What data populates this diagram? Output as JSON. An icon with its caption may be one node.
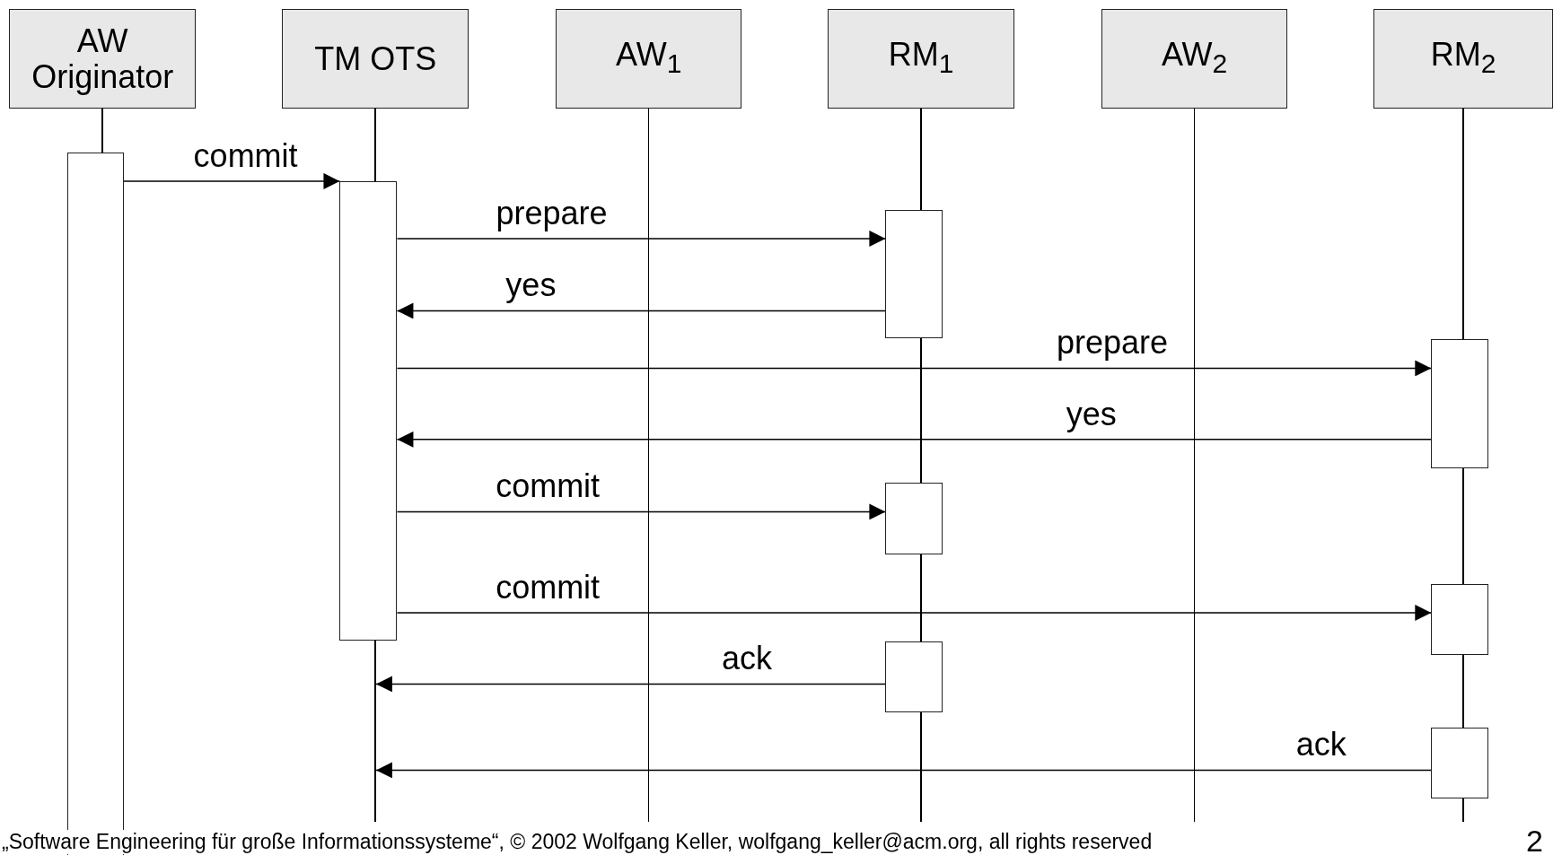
{
  "diagram": {
    "nodes": [
      {
        "text": [
          "AW Originator"
        ]
      },
      {
        "text": [
          "TM OTS"
        ]
      },
      {
        "text": [
          "AW$_{1}$"
        ]
      },
      {
        "text": [
          "RM$_{1}$"
        ]
      },
      {
        "text": [
          "AW$_{2}$"
        ]
      },
      {
        "text": [
          "RM$_{2}$"
        ]
      },
      {
        "text": [],
        "shape": "bar"
      },
      {
        "text": [],
        "shape": "bar"
      },
      {
        "text": [],
        "shape": "bar"
      },
      {
        "text": [],
        "shape": "bar"
      },
      {
        "text": [],
        "shape": "bar"
      },
      {
        "text": [],
        "shape": "bar"
      },
      {
        "text": [],
        "shape": "bar"
      },
      {
        "text": [],
        "shape": "bar"
      },
      {
        "text": [],
        "shape": "line"
      },
      {
        "text": [],
        "shape": "line"
      },
      {
        "text": [],
        "shape": "line"
      },
      {
        "text": [],
        "shape": "line"
      },
      {
        "text": [],
        "shape": "line"
      },
      {
        "text": [],
        "shape": "line"
      }
    ],
    "edges": [
      {
        "from": 6,
        "to": 7,
        "arrow": "to",
        "label": "commit"
      },
      {
        "from": 7,
        "to": 8,
        "arrow": "to",
        "label": "prepare"
      },
      {
        "from": 8,
        "to": 7,
        "arrow": "to",
        "label": "yes"
      },
      {
        "from": 7,
        "to": 9,
        "arrow": "to",
        "label": "prepare"
      },
      {
        "from": 9,
        "to": 7,
        "arrow": "to",
        "label": "yes"
      },
      {
        "from": 7,
        "to": 10,
        "arrow": "to",
        "label": "commit"
      },
      {
        "from": 7,
        "to": 11,
        "arrow": "to",
        "label": "commit"
      },
      {
        "from": 12,
        "to": 15,
        "arrow": "to",
        "label": "ack"
      },
      {
        "from": 13,
        "to": 15,
        "arrow": "to",
        "label": "ack"
      }
    ],
    "labels": [
      "„Software Engineering für große Informationssysteme“, © 2002  Wolfgang Keller, wolfgang_keller@acm.org, all rights reserved",
      "2"
    ]
  }
}
